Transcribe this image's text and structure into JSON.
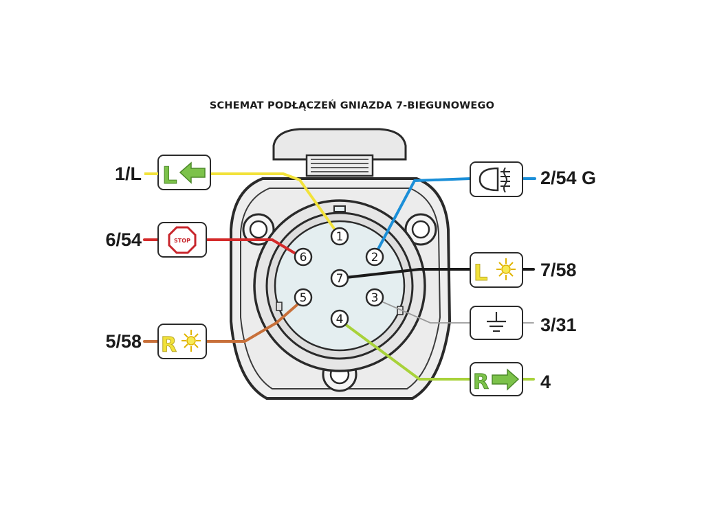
{
  "title": "SCHEMAT PODŁĄCZEŃ GNIAZDA 7-BIEGUNOWEGO",
  "pins": [
    {
      "id": "1",
      "label": "1/L",
      "icon": "left-turn-signal-icon",
      "icon_letter": "L",
      "wire_color": "#f2e23a"
    },
    {
      "id": "2",
      "label": "2/54 G",
      "icon": "rear-fog-light-icon",
      "icon_letter": "",
      "wire_color": "#1b8fd8"
    },
    {
      "id": "3",
      "label": "3/31",
      "icon": "ground-icon",
      "icon_letter": "",
      "wire_color": "#bdbdbd"
    },
    {
      "id": "4",
      "label": "4",
      "icon": "right-turn-signal-icon",
      "icon_letter": "R",
      "wire_color": "#a8d23a"
    },
    {
      "id": "5",
      "label": "5/58",
      "icon": "right-position-light-icon",
      "icon_letter": "R",
      "wire_color": "#c8703a"
    },
    {
      "id": "6",
      "label": "6/54",
      "icon": "stop-light-icon",
      "icon_letter": "STOP",
      "wire_color": "#d42a2a"
    },
    {
      "id": "7",
      "label": "7/58",
      "icon": "left-position-light-icon",
      "icon_letter": "L",
      "wire_color": "#1a1a1a"
    }
  ],
  "colors": {
    "letter_green": "#7cc24a",
    "letter_yellow": "#f2e23a",
    "arrow_green": "#7cc24a",
    "stop_red": "#c8262c"
  }
}
